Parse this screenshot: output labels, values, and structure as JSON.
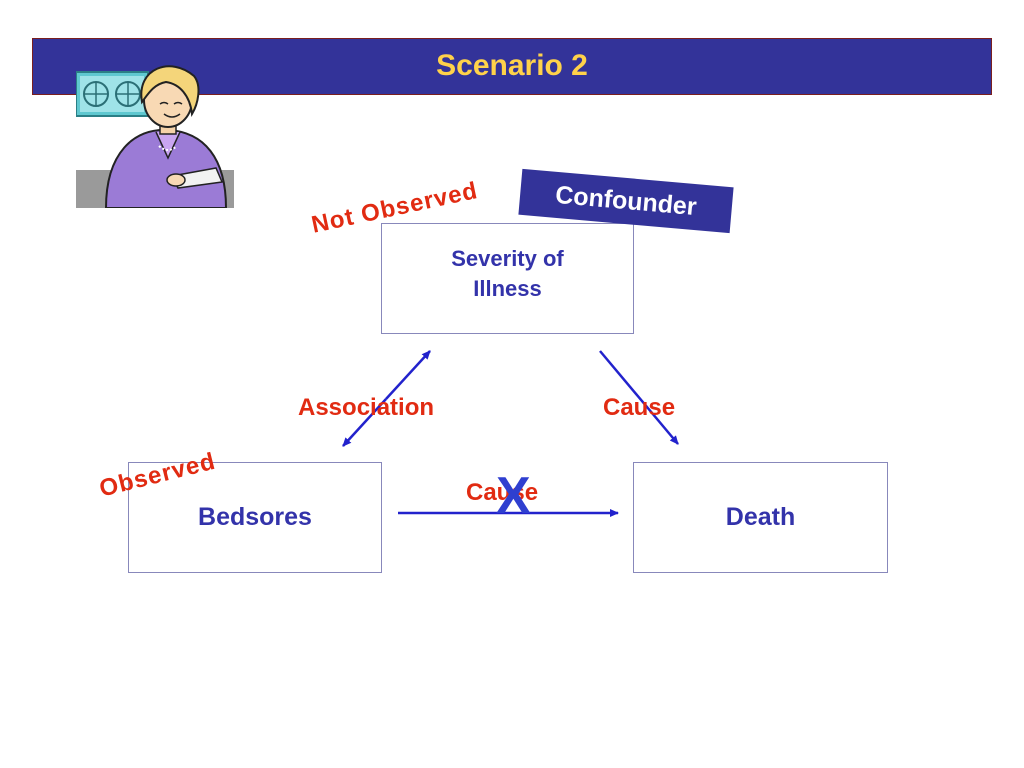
{
  "title": "Scenario 2",
  "nodes": {
    "severity": "Severity of\nIllness",
    "bedsores": "Bedsores",
    "death": "Death"
  },
  "labels": {
    "not_observed": "Not Observed",
    "observed": "Observed",
    "confounder": "Confounder",
    "association": "Association",
    "cause_right": "Cause",
    "cause_bottom": "Cause",
    "x_mark": "X"
  },
  "colors": {
    "title_bar": "#333399",
    "title_text": "#ffd24a",
    "node_text": "#3333aa",
    "red_label": "#e12b12",
    "arrow": "#2222cc"
  }
}
